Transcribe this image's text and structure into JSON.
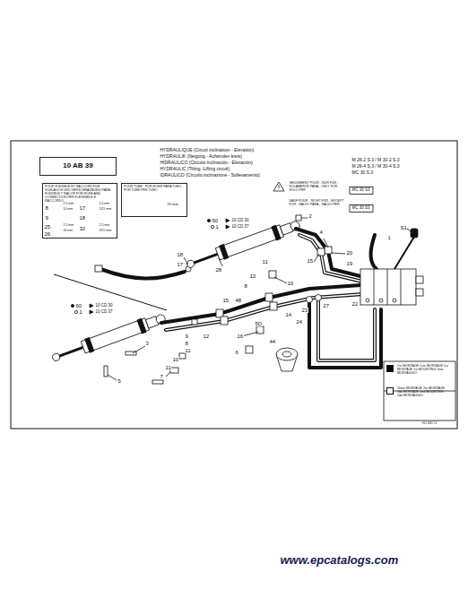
{
  "diagram": {
    "title": "HYDRAULIQUE (Circuit inclinaison - Elévation)",
    "nodes": [
      {
        "text": [
          "10 AB 39"
        ]
      },
      {
        "text": [
          "POUR FLEXIBLE ET RACCORD FÜR SCHLAUCH UND VERSCHRAUBUNG PARA FLEXIBLE Y RACOR FOR HOSE AND CONNECTION PER FLESSIBILE E RACCORDO"
        ]
      },
      {
        "text": [
          "POUR TUBE - FÜR ROHR PARA TUBO - FOR TUBE PER TUBO"
        ]
      }
    ],
    "labels": [
      "HYDRAULIK (Neigung - Aufwinden kreis)",
      "HIDRAULICO (Circuito inclinación - Elevación)",
      "HYDRAULIC (Tilting -Lifting circuit)",
      "IDRAULICO (Circuito inclinazione - Sollevamento)",
      "M 26-2 S.3 / M 30-2 S.3",
      "M 26-4 S.3 / M 30-4 S.3",
      "MC 30 S.3",
      "SEULEMENT POUR - NUR FÜR - SOLAMENTE PARA - ONLY FOR - SOLO PER",
      "MC 30 S3",
      "SAUF POUR - NICHT FÜR - EXCEPT FOR - SALVO PARA - SALVO PER",
      "MC 30 S3",
      "8",
      "2,5 mm",
      "10 mm",
      "17",
      "2,5 mm",
      "13,5 mm",
      "9",
      "18",
      "25",
      "26",
      "2,5 mm",
      "16 mm",
      "32",
      "2,5 mm",
      "19,5 mm",
      "20 mm",
      "60",
      "10 CD 30",
      "1",
      "10 CD 37",
      "60",
      "10 CD 30",
      "1",
      "10 CD 37",
      "18",
      "17",
      "28",
      "2",
      "11",
      "13",
      "8",
      "10",
      "15",
      "4",
      "20",
      "19",
      "27",
      "22",
      "S1",
      "1",
      "14",
      "5D",
      "24",
      "23",
      "44",
      "15",
      "48",
      "12",
      "9",
      "8",
      "11",
      "16",
      "6",
      "10",
      "11",
      "7",
      "3",
      "5",
      "911 881 11",
      "www.epcatalogs.com"
    ],
    "legend": [
      {
        "text": "1re MONTAGE 1ste MONTAGE 1ra MONTAJE 1st MOUNTING 1mo MONTAGGIO",
        "color": "#000000"
      },
      {
        "text": "2ème MONTAGE 2te MONTAGE 2da MONTAJE 2nd MOUNTING 2do MONTAGGIO",
        "color": "#ffffff"
      }
    ]
  }
}
